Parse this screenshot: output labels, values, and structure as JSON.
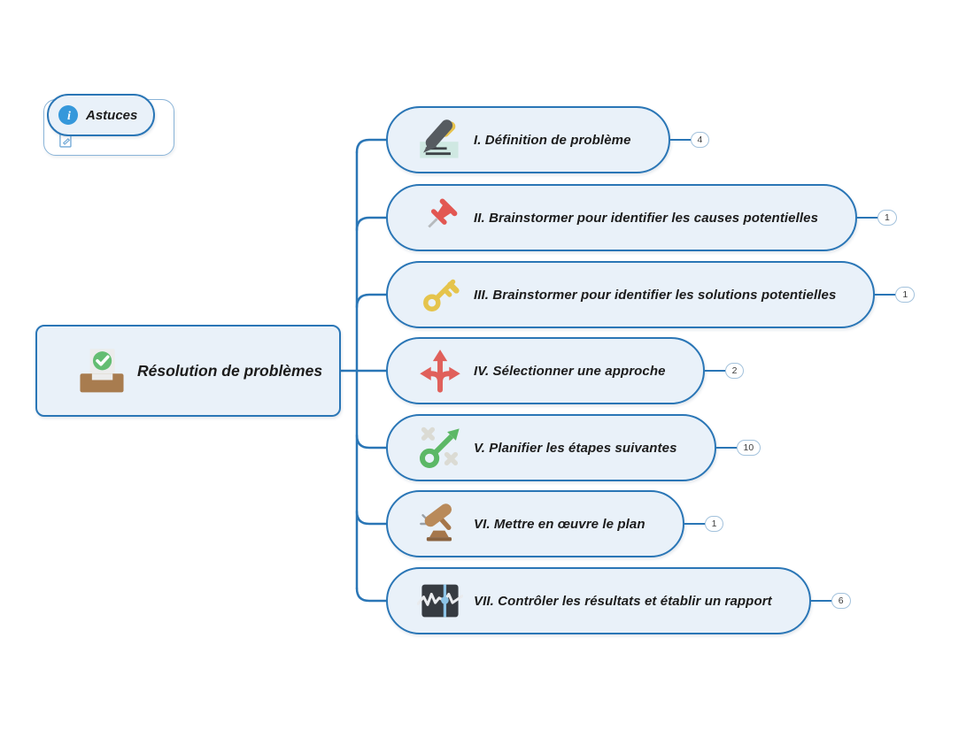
{
  "colors": {
    "canvas_bg": "#ffffff",
    "node_border": "#2a76b6",
    "node_fill": "#e9f1f9",
    "connector": "#2a76b6",
    "badge_border": "#a3c2dc",
    "badge_fill": "#ffffff",
    "text": "#1c1c1c",
    "info_icon_bg": "#3598db"
  },
  "tips_node": {
    "label": "Astuces",
    "icons": [
      "info-icon",
      "note-icon"
    ]
  },
  "root_node": {
    "label": "Résolution de problèmes",
    "icon": "ballot-box-check-icon"
  },
  "branches": [
    {
      "label": "I. Définition de problème",
      "icon": "fountain-pen-signature-icon",
      "badge": "4"
    },
    {
      "label": "II. Brainstormer pour identifier les causes potentielles",
      "icon": "pushpin-icon",
      "badge": "1"
    },
    {
      "label": "III. Brainstormer pour identifier les solutions potentielles",
      "icon": "key-icon",
      "badge": "1"
    },
    {
      "label": "IV. Sélectionner une approche",
      "icon": "three-way-arrows-icon",
      "badge": "2"
    },
    {
      "label": "V. Planifier les étapes suivantes",
      "icon": "strategy-arrow-icon",
      "badge": "10"
    },
    {
      "label": "VI. Mettre en œuvre le plan",
      "icon": "gavel-icon",
      "badge": "1"
    },
    {
      "label": "VII. Contrôler les résultats et établir un rapport",
      "icon": "chart-monitor-icon",
      "badge": "6"
    }
  ]
}
